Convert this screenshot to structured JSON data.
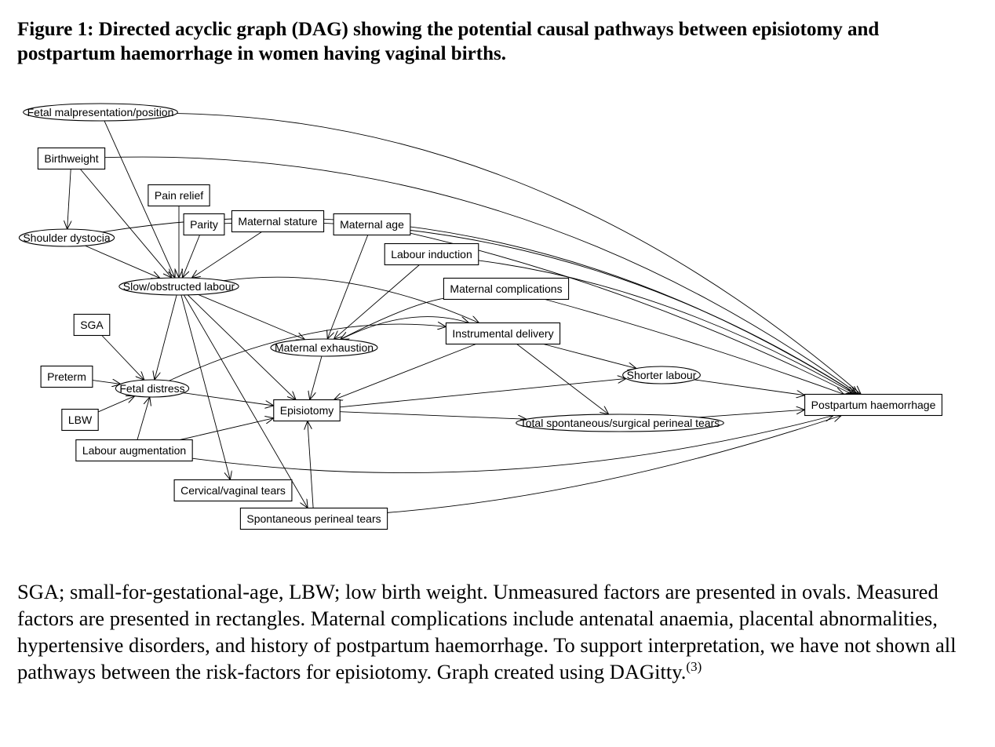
{
  "figure": {
    "title": "Figure 1: Directed acyclic graph (DAG) showing the potential causal pathways between episiotomy and postpartum haemorrhage in women having vaginal births.",
    "caption_text": "SGA; small-for-gestational-age, LBW; low birth weight. Unmeasured factors are presented in ovals. Measured factors are presented in rectangles. Maternal complications include antenatal anaemia, placental abnormalities, hypertensive disorders, and history of postpartum haemorrhage. To support interpretation, we have not shown all pathways between the risk-factors for episiotomy. Graph created using DAGitty.",
    "caption_ref": "(3)"
  },
  "nodes": [
    {
      "id": "fetal_malpresentation",
      "label": "Fetal malpresentation/position",
      "shape": "oval"
    },
    {
      "id": "birthweight",
      "label": "Birthweight",
      "shape": "rect"
    },
    {
      "id": "pain_relief",
      "label": "Pain relief",
      "shape": "rect"
    },
    {
      "id": "parity",
      "label": "Parity",
      "shape": "rect"
    },
    {
      "id": "maternal_stature",
      "label": "Maternal stature",
      "shape": "rect"
    },
    {
      "id": "maternal_age",
      "label": "Maternal age",
      "shape": "rect"
    },
    {
      "id": "shoulder_dystocia",
      "label": "Shoulder dystocia",
      "shape": "oval"
    },
    {
      "id": "labour_induction",
      "label": "Labour induction",
      "shape": "rect"
    },
    {
      "id": "slow_labour",
      "label": "Slow/obstructed labour",
      "shape": "oval"
    },
    {
      "id": "maternal_complications",
      "label": "Maternal complications",
      "shape": "rect"
    },
    {
      "id": "sga",
      "label": "SGA",
      "shape": "rect"
    },
    {
      "id": "instrumental_delivery",
      "label": "Instrumental delivery",
      "shape": "rect"
    },
    {
      "id": "maternal_exhaustion",
      "label": "Maternal exhaustion",
      "shape": "oval"
    },
    {
      "id": "preterm",
      "label": "Preterm",
      "shape": "rect"
    },
    {
      "id": "shorter_labour",
      "label": "Shorter labour",
      "shape": "oval"
    },
    {
      "id": "fetal_distress",
      "label": "Fetal distress",
      "shape": "oval"
    },
    {
      "id": "pph",
      "label": "Postpartum haemorrhage",
      "shape": "rect"
    },
    {
      "id": "episiotomy",
      "label": "Episiotomy",
      "shape": "rect"
    },
    {
      "id": "lbw",
      "label": "LBW",
      "shape": "rect"
    },
    {
      "id": "total_tears",
      "label": "Total spontaneous/surgical perineal tears",
      "shape": "oval"
    },
    {
      "id": "labour_augmentation",
      "label": "Labour augmentation",
      "shape": "rect"
    },
    {
      "id": "cervical_tears",
      "label": "Cervical/vaginal tears",
      "shape": "rect"
    },
    {
      "id": "spont_tears",
      "label": "Spontaneous perineal tears",
      "shape": "rect"
    }
  ],
  "edges": [
    {
      "from": "fetal_malpresentation",
      "to": "pph"
    },
    {
      "from": "fetal_malpresentation",
      "to": "slow_labour"
    },
    {
      "from": "birthweight",
      "to": "pph"
    },
    {
      "from": "birthweight",
      "to": "shoulder_dystocia"
    },
    {
      "from": "birthweight",
      "to": "slow_labour"
    },
    {
      "from": "shoulder_dystocia",
      "to": "pph"
    },
    {
      "from": "shoulder_dystocia",
      "to": "slow_labour"
    },
    {
      "from": "pain_relief",
      "to": "slow_labour"
    },
    {
      "from": "parity",
      "to": "pph"
    },
    {
      "from": "parity",
      "to": "slow_labour"
    },
    {
      "from": "maternal_stature",
      "to": "slow_labour"
    },
    {
      "from": "maternal_age",
      "to": "pph"
    },
    {
      "from": "maternal_age",
      "to": "maternal_exhaustion"
    },
    {
      "from": "labour_induction",
      "to": "pph"
    },
    {
      "from": "labour_induction",
      "to": "maternal_exhaustion"
    },
    {
      "from": "maternal_complications",
      "to": "pph"
    },
    {
      "from": "maternal_complications",
      "to": "maternal_exhaustion"
    },
    {
      "from": "slow_labour",
      "to": "instrumental_delivery"
    },
    {
      "from": "slow_labour",
      "to": "maternal_exhaustion"
    },
    {
      "from": "slow_labour",
      "to": "fetal_distress"
    },
    {
      "from": "slow_labour",
      "to": "episiotomy"
    },
    {
      "from": "slow_labour",
      "to": "cervical_tears"
    },
    {
      "from": "slow_labour",
      "to": "spont_tears"
    },
    {
      "from": "maternal_exhaustion",
      "to": "episiotomy"
    },
    {
      "from": "maternal_exhaustion",
      "to": "instrumental_delivery"
    },
    {
      "from": "fetal_distress",
      "to": "instrumental_delivery"
    },
    {
      "from": "fetal_distress",
      "to": "episiotomy"
    },
    {
      "from": "sga",
      "to": "fetal_distress"
    },
    {
      "from": "preterm",
      "to": "fetal_distress"
    },
    {
      "from": "lbw",
      "to": "fetal_distress"
    },
    {
      "from": "labour_augmentation",
      "to": "fetal_distress"
    },
    {
      "from": "labour_augmentation",
      "to": "episiotomy"
    },
    {
      "from": "labour_augmentation",
      "to": "pph"
    },
    {
      "from": "instrumental_delivery",
      "to": "episiotomy"
    },
    {
      "from": "instrumental_delivery",
      "to": "shorter_labour"
    },
    {
      "from": "instrumental_delivery",
      "to": "total_tears"
    },
    {
      "from": "episiotomy",
      "to": "shorter_labour"
    },
    {
      "from": "episiotomy",
      "to": "total_tears"
    },
    {
      "from": "shorter_labour",
      "to": "pph"
    },
    {
      "from": "total_tears",
      "to": "pph"
    },
    {
      "from": "spont_tears",
      "to": "episiotomy"
    },
    {
      "from": "spont_tears",
      "to": "pph"
    }
  ]
}
